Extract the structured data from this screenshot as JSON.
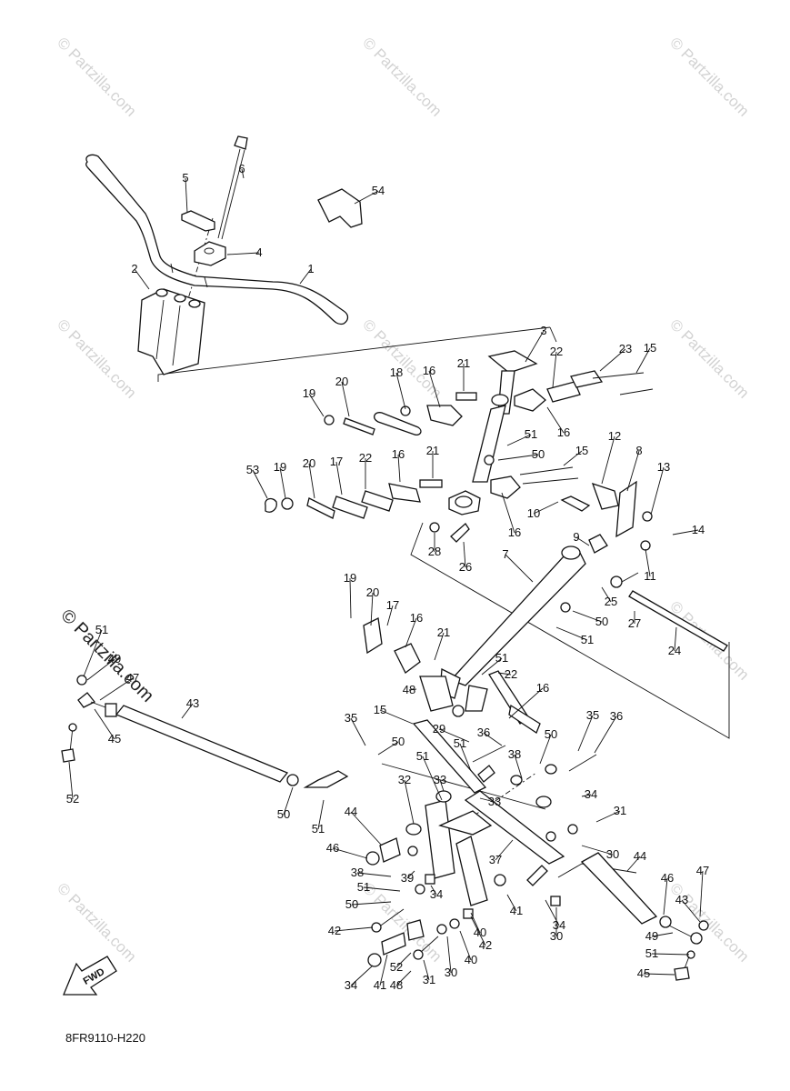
{
  "diagram": {
    "reference_code": "8FR9110-H220",
    "fwd_arrow_label": "FWD",
    "watermark_text": "© Partzilla.com",
    "colors": {
      "line": "#111111",
      "watermark": "#d2d2d2",
      "background": "#ffffff"
    },
    "callouts": [
      "1",
      "2",
      "3",
      "4",
      "5",
      "6",
      "54",
      "15",
      "22",
      "23",
      "18",
      "16",
      "21",
      "20",
      "19",
      "16",
      "51",
      "50",
      "15",
      "12",
      "8",
      "13",
      "53",
      "19",
      "20",
      "17",
      "22",
      "16",
      "21",
      "16",
      "10",
      "14",
      "9",
      "28",
      "26",
      "7",
      "11",
      "19",
      "20",
      "17",
      "16",
      "21",
      "25",
      "27",
      "50",
      "51",
      "24",
      "51",
      "49",
      "47",
      "43",
      "45",
      "52",
      "48",
      "51",
      "16",
      "22",
      "15",
      "29",
      "36",
      "35",
      "36",
      "35",
      "50",
      "51",
      "38",
      "50",
      "51",
      "32",
      "33",
      "33",
      "34",
      "31",
      "30",
      "51",
      "50",
      "44",
      "46",
      "37",
      "38",
      "39",
      "51",
      "50",
      "34",
      "42",
      "41",
      "40",
      "34",
      "30",
      "44",
      "46",
      "43",
      "47",
      "49",
      "51",
      "45",
      "52",
      "48",
      "31",
      "30",
      "40",
      "42",
      "34",
      "41",
      "38",
      "37"
    ]
  }
}
